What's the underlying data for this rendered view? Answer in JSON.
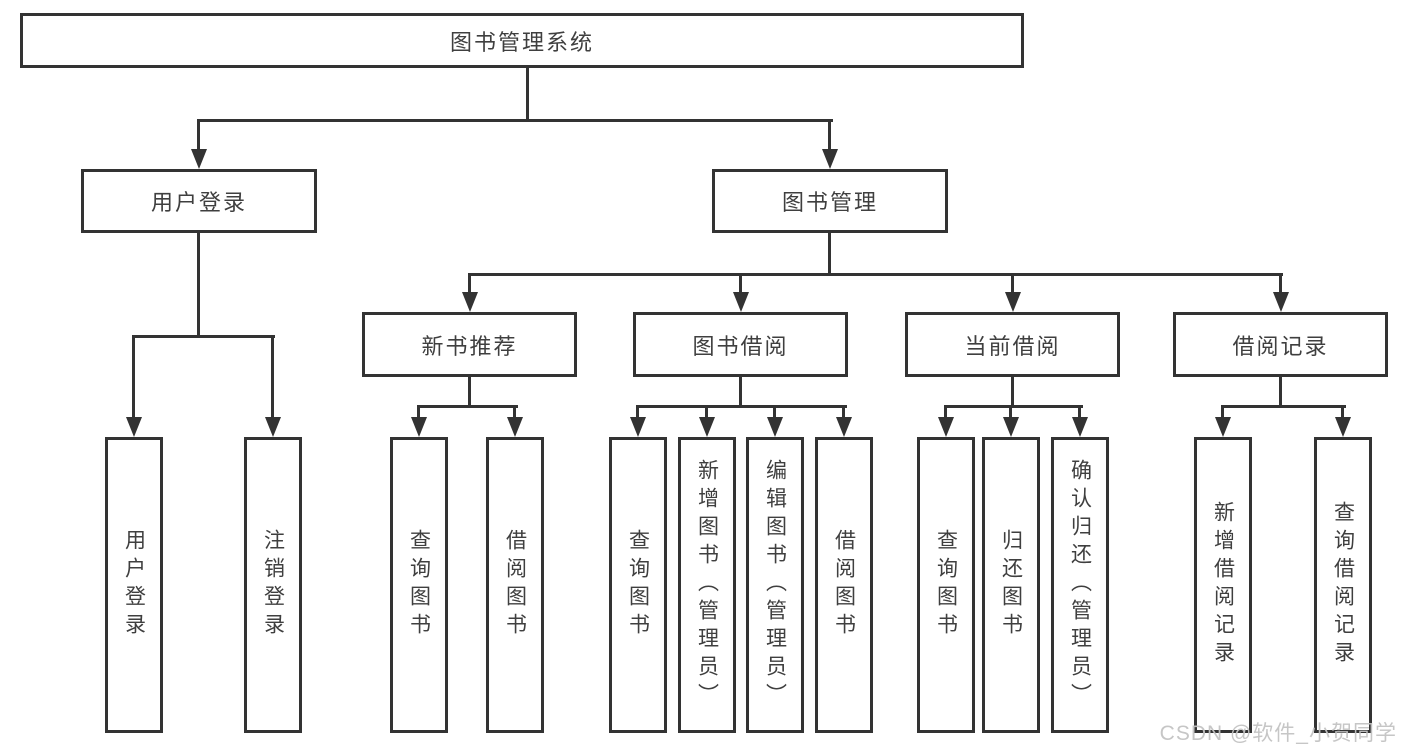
{
  "tree": {
    "root": "图书管理系统",
    "children": [
      {
        "label": "用户登录",
        "children": [
          "用户登录",
          "注销登录"
        ]
      },
      {
        "label": "图书管理",
        "children": [
          {
            "label": "新书推荐",
            "children": [
              "查询图书",
              "借阅图书"
            ]
          },
          {
            "label": "图书借阅",
            "children": [
              "查询图书",
              "新增图书（管理员）",
              "编辑图书（管理员）",
              "借阅图书"
            ]
          },
          {
            "label": "当前借阅",
            "children": [
              "查询图书",
              "归还图书",
              "确认归还（管理员）"
            ]
          },
          {
            "label": "借阅记录",
            "children": [
              "新增借阅记录",
              "查询借阅记录"
            ]
          }
        ]
      }
    ]
  },
  "watermark": {
    "text": "CSDN @软件_小贺同学"
  },
  "colors": {
    "line": "#333333",
    "text": "#3f3f3f",
    "background": "#ffffff",
    "watermark": "#c3c3c3"
  }
}
